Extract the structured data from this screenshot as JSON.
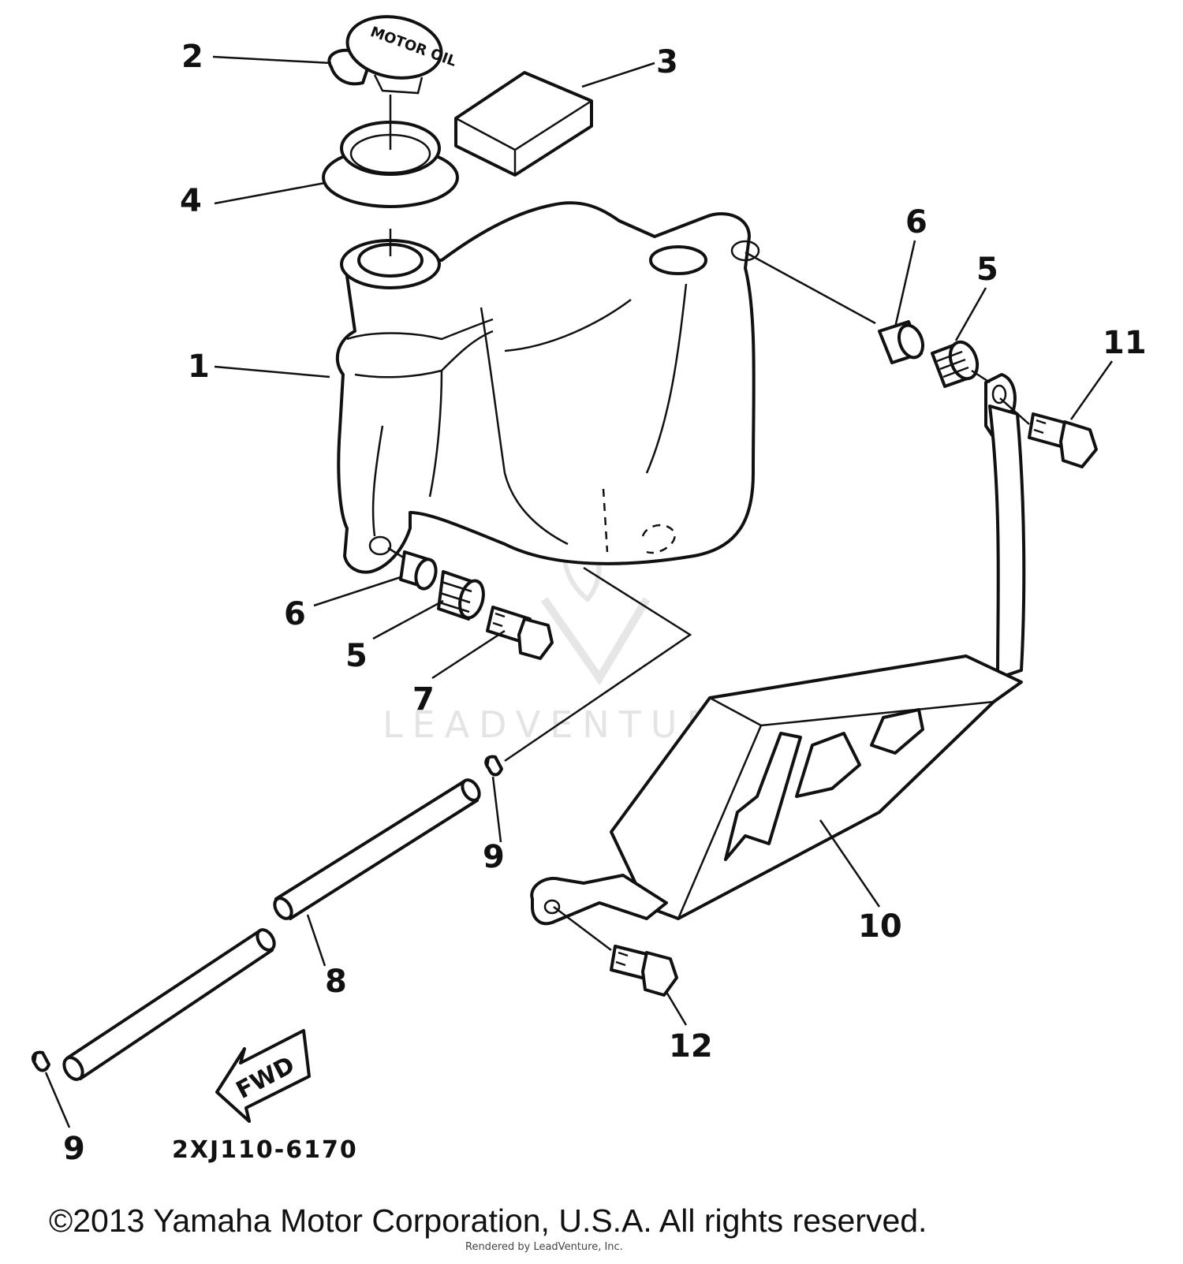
{
  "diagram": {
    "drawing_code": "2XJ110-6170",
    "cap_print": "MOTOR OIL",
    "fwd_label": "FWD",
    "watermark": "LEADVENTURE",
    "copyright": "©2013 Yamaha Motor Corporation, U.S.A. All rights reserved.",
    "credit": "Rendered by LeadVenture, Inc.",
    "callouts": [
      {
        "id": "c1",
        "label": "1"
      },
      {
        "id": "c2",
        "label": "2"
      },
      {
        "id": "c3",
        "label": "3"
      },
      {
        "id": "c4",
        "label": "4"
      },
      {
        "id": "c5a",
        "label": "5"
      },
      {
        "id": "c5b",
        "label": "5"
      },
      {
        "id": "c6a",
        "label": "6"
      },
      {
        "id": "c6b",
        "label": "6"
      },
      {
        "id": "c7",
        "label": "7"
      },
      {
        "id": "c8",
        "label": "8"
      },
      {
        "id": "c9a",
        "label": "9"
      },
      {
        "id": "c9b",
        "label": "9"
      },
      {
        "id": "c10",
        "label": "10"
      },
      {
        "id": "c11",
        "label": "11"
      },
      {
        "id": "c12",
        "label": "12"
      }
    ]
  }
}
